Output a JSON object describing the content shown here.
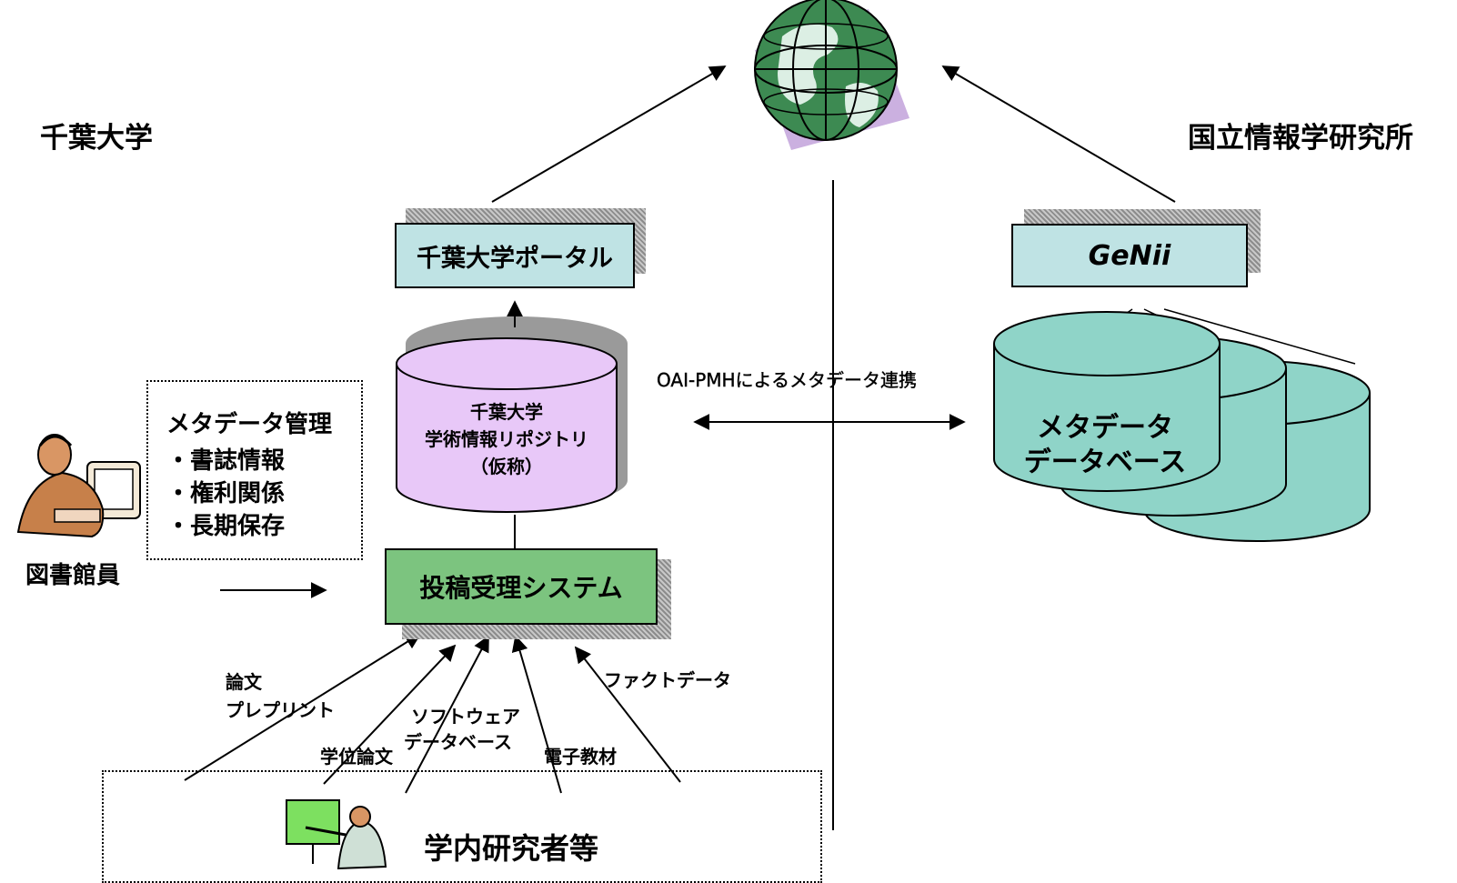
{
  "labels": {
    "chiba": "千葉大学",
    "nii": "国立情報学研究所",
    "librarian": "図書館員",
    "oai": "OAI-PMHによるメタデータ連携"
  },
  "boxes": {
    "portal": "千葉大学ポータル",
    "genii": "GeNii",
    "submission": "投稿受理システム",
    "researchers": "学内研究者等"
  },
  "repository": [
    "千葉大学",
    "学術情報リポジトリ",
    "（仮称）"
  ],
  "metadata_db": [
    "メタデータ",
    "データベース"
  ],
  "metadata_mgmt": {
    "title": "メタデータ管理",
    "items": [
      "・書誌情報",
      "・権利関係",
      "・長期保存"
    ]
  },
  "content_types": {
    "paper": "論文",
    "preprint": "プレプリント",
    "software": "ソフトウェア",
    "database": "データベース",
    "thesis": "学位論文",
    "ematerial": "電子教材",
    "factdata": "ファクトデータ"
  },
  "colors": {
    "portal_fill": "#bfe3e4",
    "genii_fill": "#bfe3e4",
    "repository_fill": "#e8c8f8",
    "metadata_db_fill": "#8fd4c8",
    "submission_fill": "#7cc47f",
    "globe_square": "#cbb0e0"
  }
}
